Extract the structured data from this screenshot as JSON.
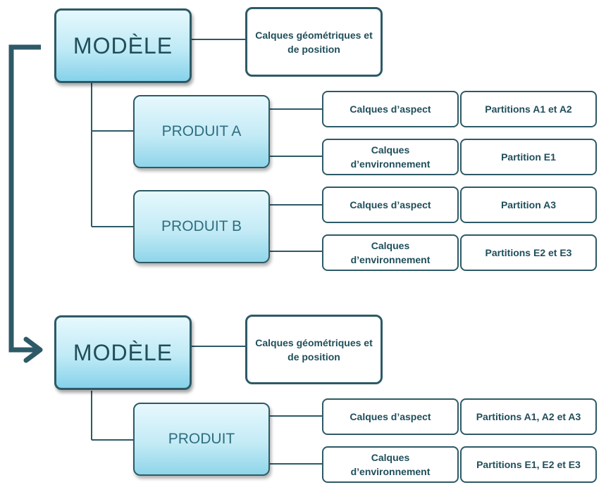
{
  "colors": {
    "connector": "#2d5a66",
    "box_border": "#2d5a66",
    "box_fill_top": "#e6f8fd",
    "box_fill_bottom": "#86d2ea",
    "text": "#1f4e5a"
  },
  "top": {
    "model_label": "MODÈLE",
    "model_layers": "Calques géométriques et de position",
    "product_a": {
      "label": "PRODUIT A",
      "aspect_layers": "Calques d’aspect",
      "aspect_partitions": "Partitions A1 et A2",
      "env_layers": "Calques d’environnement",
      "env_partitions": "Partition E1"
    },
    "product_b": {
      "label": "PRODUIT B",
      "aspect_layers": "Calques d’aspect",
      "aspect_partitions": "Partition A3",
      "env_layers": "Calques d’environnement",
      "env_partitions": "Partitions E2 et E3"
    }
  },
  "bottom": {
    "model_label": "MODÈLE",
    "model_layers": "Calques géométriques et de position",
    "product": {
      "label": "PRODUIT",
      "aspect_layers": "Calques d’aspect",
      "aspect_partitions": "Partitions A1, A2 et A3",
      "env_layers": "Calques d’environnement",
      "env_partitions": "Partitions E1, E2 et E3"
    }
  }
}
